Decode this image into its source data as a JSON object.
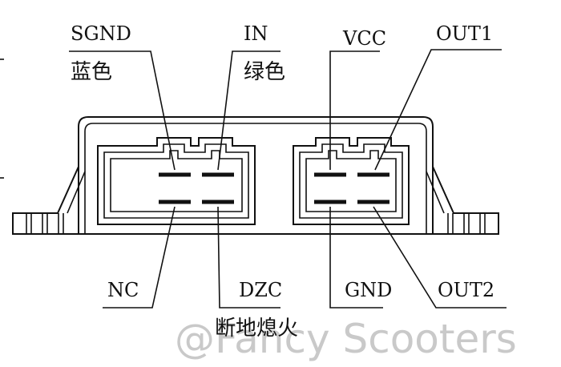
{
  "labels": {
    "sgnd": "SGND",
    "sgnd_color": "蓝色",
    "in": "IN",
    "in_color": "绿色",
    "vcc": "VCC",
    "out1": "OUT1",
    "nc": "NC",
    "dzc": "DZC",
    "dzc_note": "断地熄火",
    "gnd": "GND",
    "out2": "OUT2"
  },
  "watermark": "@Fancy Scooters",
  "colors": {
    "line": "#111111",
    "watermark": "#c9c9c9"
  }
}
